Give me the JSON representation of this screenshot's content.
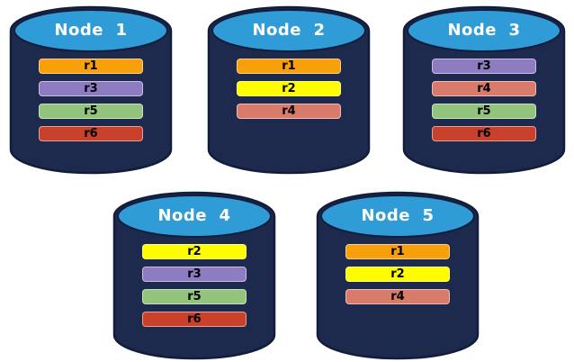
{
  "diagram": {
    "description_visible_text_only": "",
    "node_count": 5
  },
  "colors": {
    "cylinder_body": "#1E2A4D",
    "cylinder_top": "#2F9CD8",
    "cylinder_outline": "#111D3A",
    "title_text": "#FFFFFF",
    "bar_text": "#000000",
    "replicas": {
      "r1": "#F8A00C",
      "r2": "#FDFD00",
      "r3": "#8E7CC3",
      "r4": "#D97B6B",
      "r5": "#93C47D",
      "r6": "#C9412A"
    }
  },
  "nodes": [
    {
      "title": "Node  1",
      "replicas": [
        "r1",
        "r3",
        "r5",
        "r6"
      ]
    },
    {
      "title": "Node  2",
      "replicas": [
        "r1",
        "r2",
        "r4"
      ]
    },
    {
      "title": "Node  3",
      "replicas": [
        "r3",
        "r4",
        "r5",
        "r6"
      ]
    },
    {
      "title": "Node  4",
      "replicas": [
        "r2",
        "r3",
        "r5",
        "r6"
      ]
    },
    {
      "title": "Node  5",
      "replicas": [
        "r1",
        "r2",
        "r4"
      ]
    }
  ]
}
